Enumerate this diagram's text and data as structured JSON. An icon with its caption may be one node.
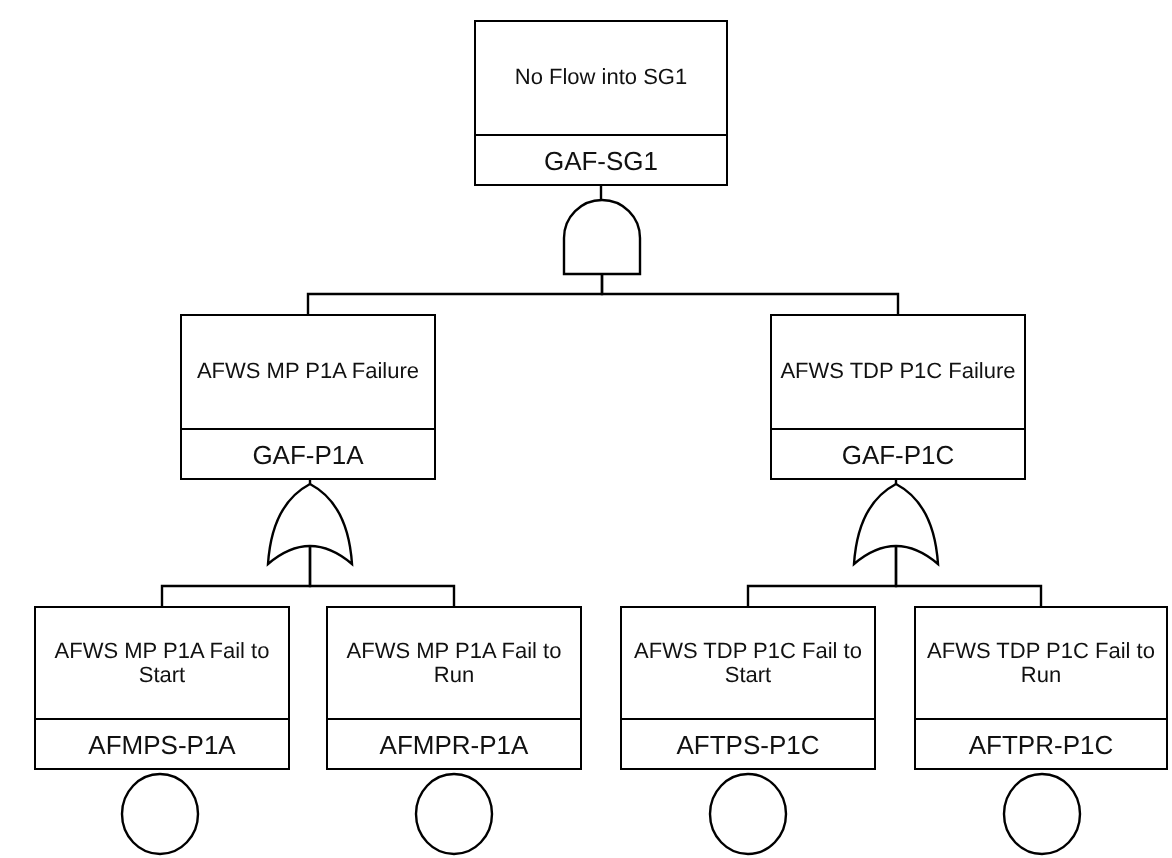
{
  "diagram": {
    "nodes": [
      {
        "text": [
          "No Flow into SG1",
          "GAF-SG1"
        ]
      },
      {
        "text": [],
        "shape": "and"
      },
      {
        "text": [
          "AFWS MP P1A Failure",
          "GAF-P1A"
        ]
      },
      {
        "text": [
          "AFWS TDP P1C Failure",
          "GAF-P1C"
        ]
      },
      {
        "text": [],
        "shape": "or"
      },
      {
        "text": [],
        "shape": "or"
      },
      {
        "text": [
          "AFWS MP P1A Fail to Start",
          "AFMPS-P1A"
        ]
      },
      {
        "text": [
          "AFWS MP P1A Fail to Run",
          "AFMPR-P1A"
        ]
      },
      {
        "text": [
          "AFWS TDP P1C Fail to Start",
          "AFTPS-P1C"
        ]
      },
      {
        "text": [
          "AFWS TDP P1C Fail to Run",
          "AFTPR-P1C"
        ]
      },
      {
        "text": [],
        "shape": "circle"
      },
      {
        "text": [],
        "shape": "circle"
      },
      {
        "text": [],
        "shape": "circle"
      },
      {
        "text": [],
        "shape": "circle"
      }
    ],
    "edges": [
      {
        "from": 0,
        "to": 1,
        "arrow": "none"
      },
      {
        "from": 1,
        "to": 2,
        "arrow": "none"
      },
      {
        "from": 1,
        "to": 3,
        "arrow": "none"
      },
      {
        "from": 2,
        "to": 4,
        "arrow": "none"
      },
      {
        "from": 3,
        "to": 5,
        "arrow": "none"
      },
      {
        "from": 4,
        "to": 6,
        "arrow": "none"
      },
      {
        "from": 4,
        "to": 7,
        "arrow": "none"
      },
      {
        "from": 5,
        "to": 8,
        "arrow": "none"
      },
      {
        "from": 5,
        "to": 9,
        "arrow": "none"
      }
    ]
  }
}
